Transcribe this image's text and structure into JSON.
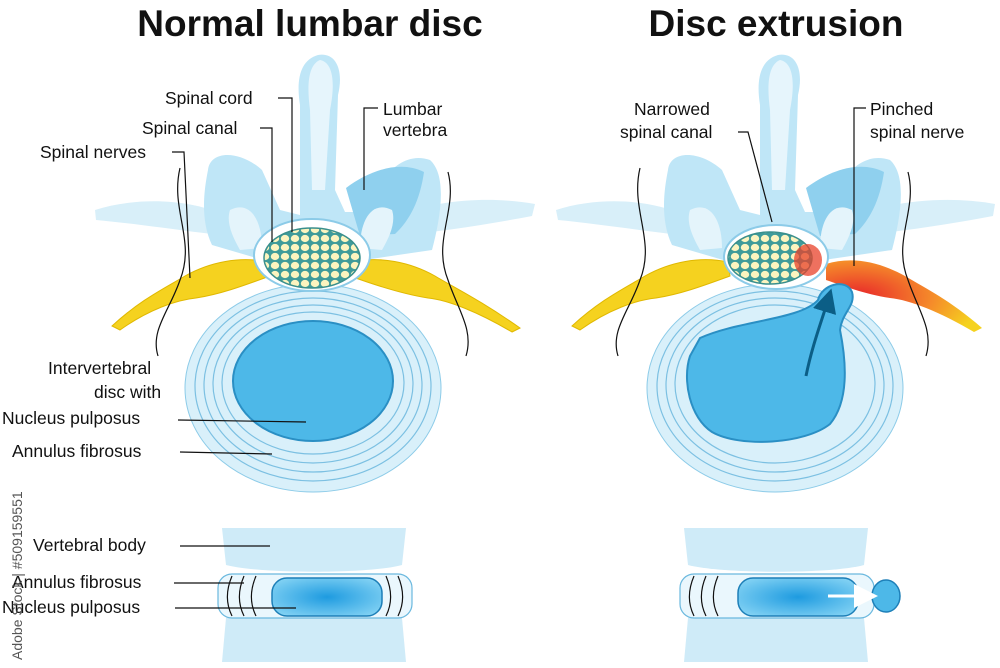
{
  "titles": {
    "left": "Normal lumbar disc",
    "right": "Disc extrusion"
  },
  "labels_left": {
    "spinal_cord": "Spinal cord",
    "spinal_canal": "Spinal canal",
    "spinal_nerves": "Spinal nerves",
    "lumbar_vertebra_line1": "Lumbar",
    "lumbar_vertebra_line2": "vertebra",
    "intervertebral_line1": "Intervertebral",
    "intervertebral_line2": "disc with",
    "nucleus_pulposus": "Nucleus pulposus",
    "annulus_fibrosus": "Annulus fibrosus",
    "vertebral_body": "Vertebral body",
    "annulus_fibrosus_side": "Annulus fibrosus",
    "nucleus_pulposus_side": "Nucleus pulposus"
  },
  "labels_right": {
    "narrowed_line1": "Narrowed",
    "narrowed_line2": "spinal canal",
    "pinched_line1": "Pinched",
    "pinched_line2": "spinal nerve"
  },
  "watermark": "Adobe Stock | #509159551",
  "colors": {
    "bone_light": "#d8eff9",
    "bone_mid": "#a9dcf2",
    "bone_dark": "#7cc6e8",
    "nucleus": "#4db8e8",
    "annulus_line": "#6ab8de",
    "nerve": "#f5d21f",
    "cord_dot": "#fdf6c4",
    "cord_bg": "#5aa39a",
    "inflamed": "#e8412a"
  }
}
